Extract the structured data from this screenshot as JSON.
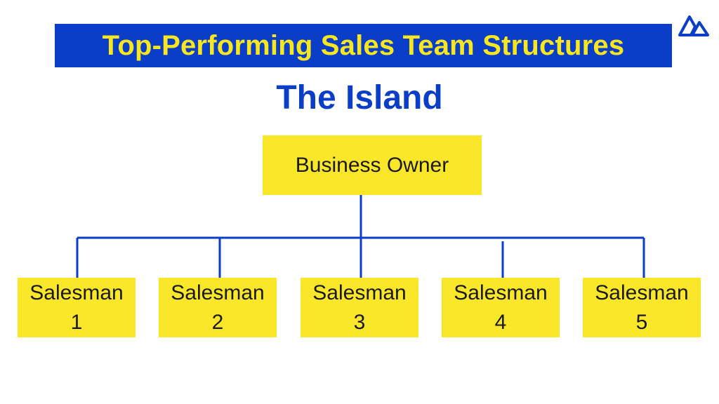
{
  "header": {
    "title": "Top-Performing Sales Team Structures",
    "logo_icon": "mountain-logo-icon"
  },
  "diagram": {
    "subtitle": "The Island",
    "root": {
      "label": "Business Owner"
    },
    "children": [
      {
        "line1": "Salesman",
        "line2": "1"
      },
      {
        "line1": "Salesman",
        "line2": "2"
      },
      {
        "line1": "Salesman",
        "line2": "3"
      },
      {
        "line1": "Salesman",
        "line2": "4"
      },
      {
        "line1": "Salesman",
        "line2": "5"
      }
    ]
  },
  "colors": {
    "primary_blue": "#0a3ec9",
    "box_yellow": "#fbe72a",
    "title_yellow": "#f8e71c",
    "text_dark": "#1a1a1a"
  }
}
